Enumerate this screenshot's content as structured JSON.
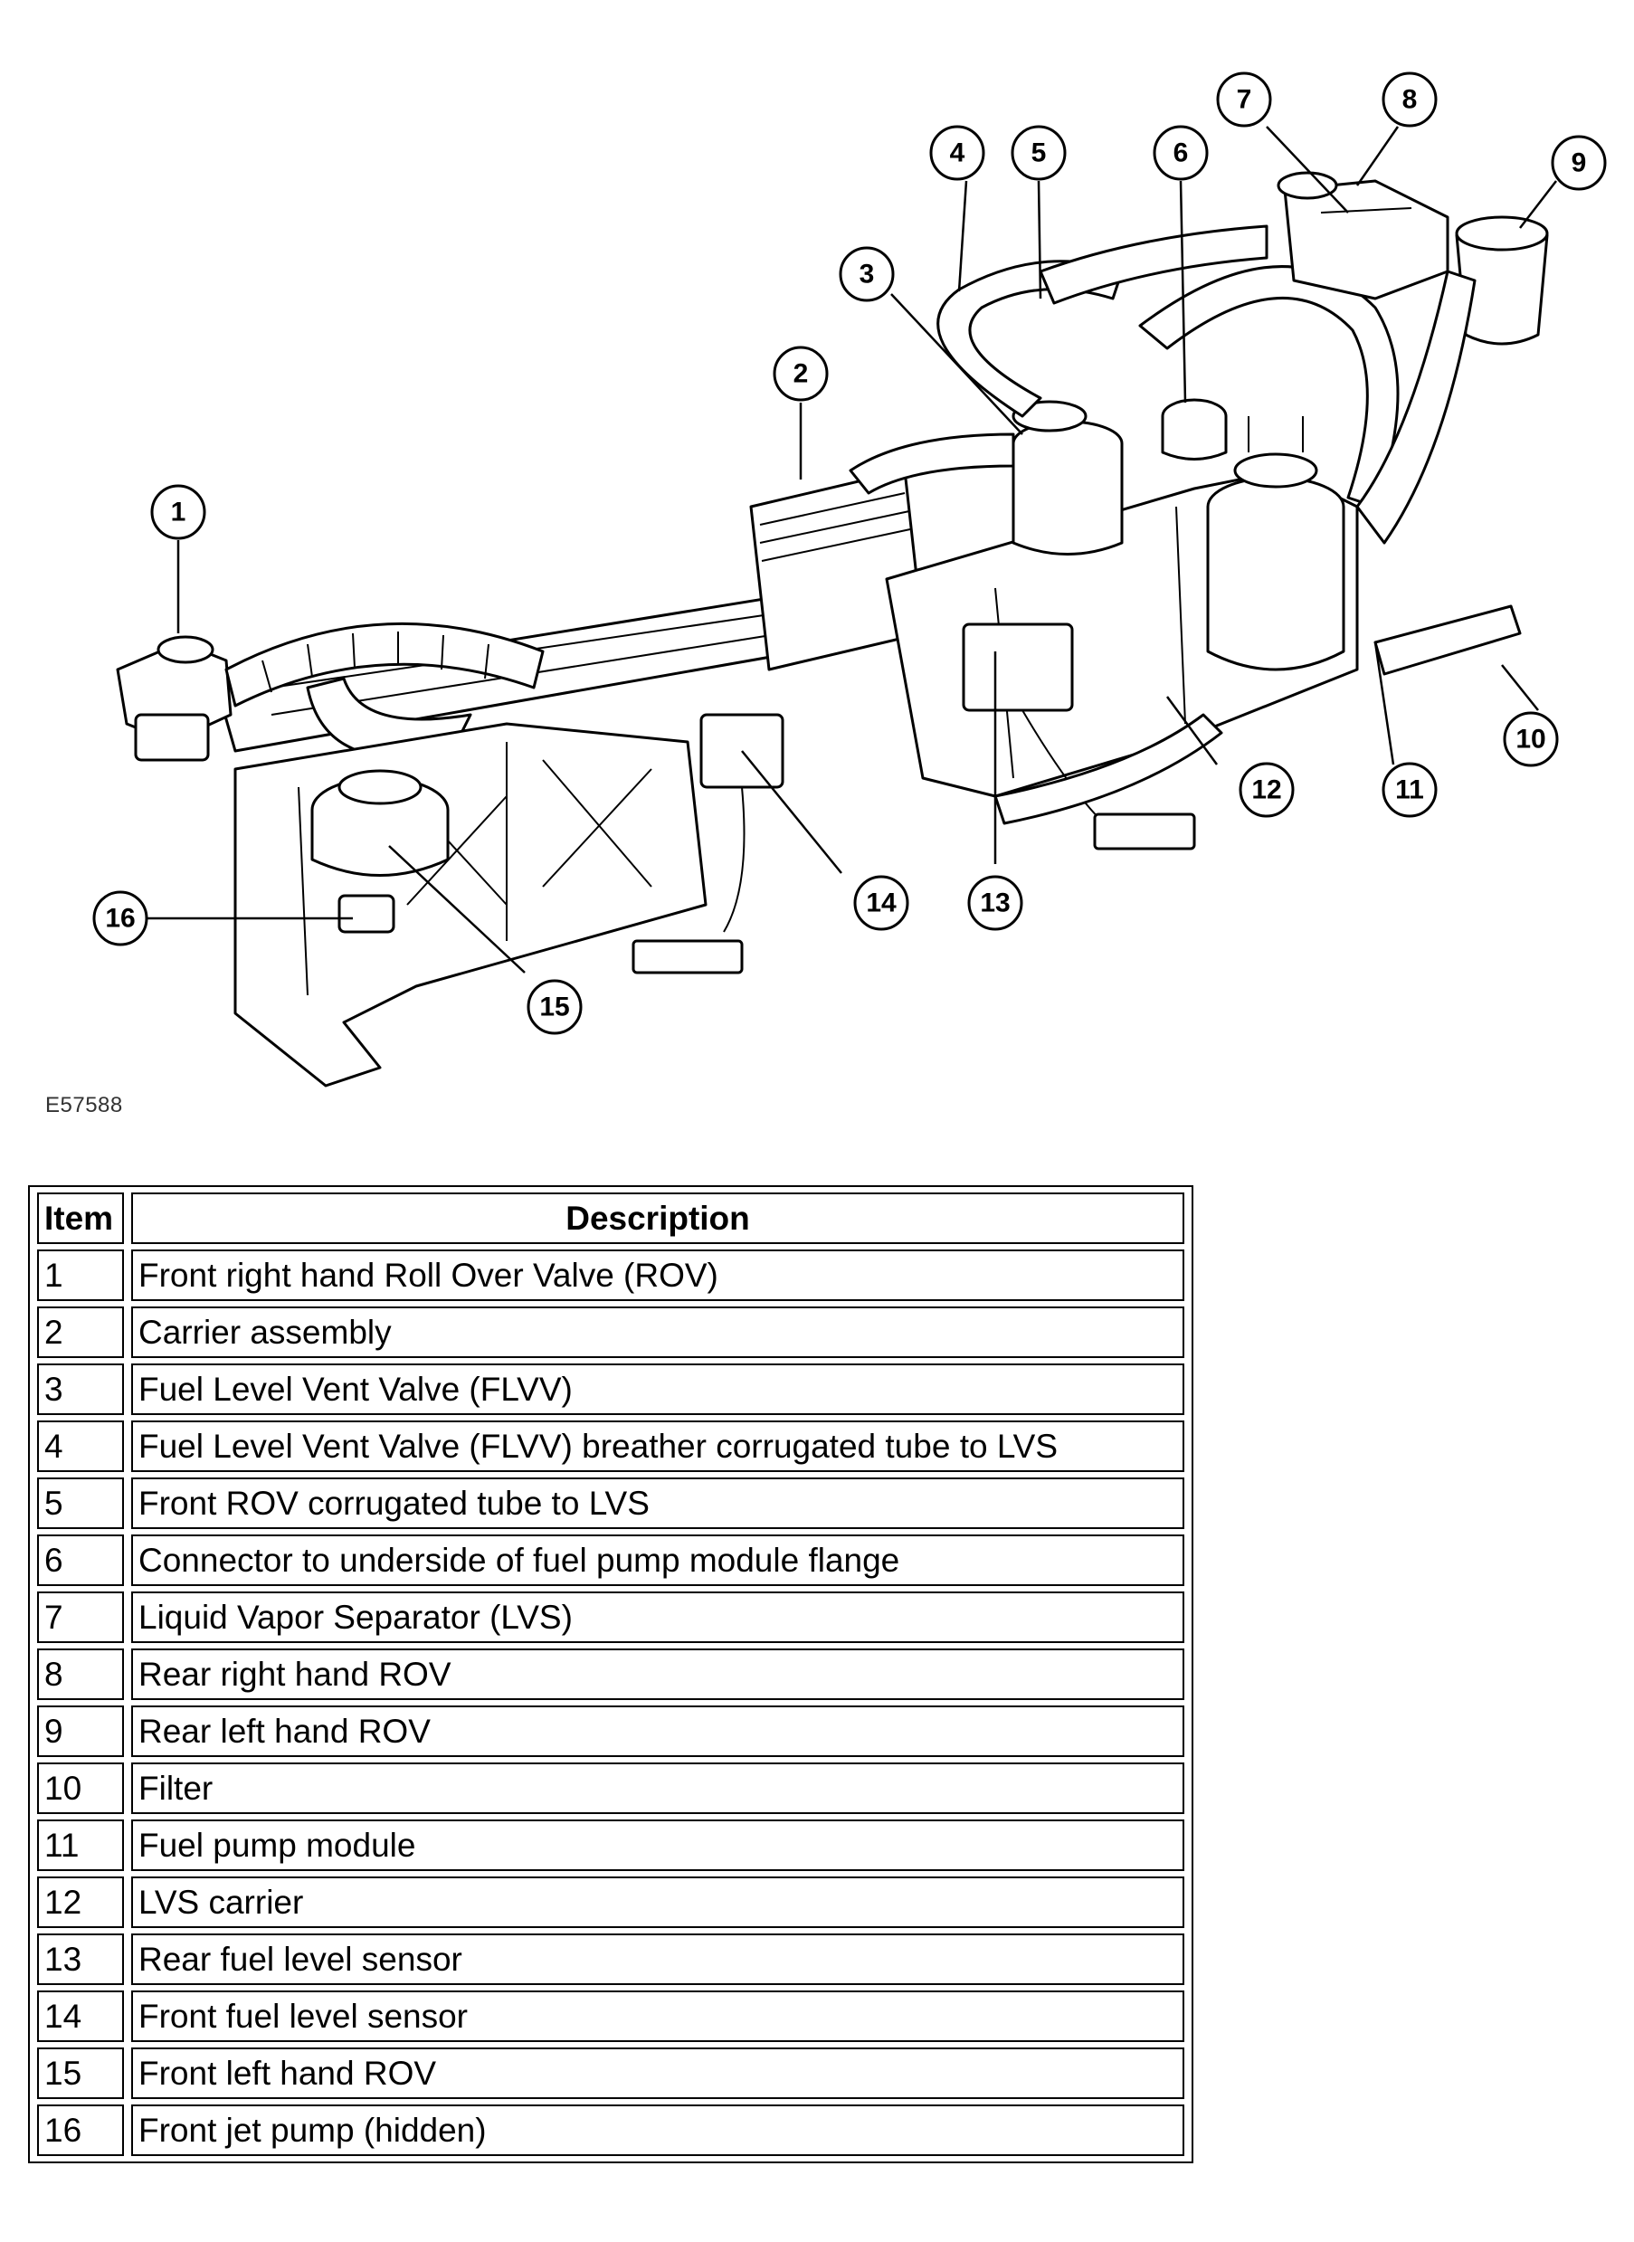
{
  "figure_id": "E57588",
  "callouts": [
    "1",
    "2",
    "3",
    "4",
    "5",
    "6",
    "7",
    "8",
    "9",
    "10",
    "11",
    "12",
    "13",
    "14",
    "15",
    "16"
  ],
  "table": {
    "headers": [
      "Item",
      "Description"
    ],
    "rows": [
      {
        "item": "1",
        "description": "Front right hand Roll Over Valve (ROV)"
      },
      {
        "item": "2",
        "description": "Carrier assembly"
      },
      {
        "item": "3",
        "description": "Fuel Level Vent Valve (FLVV)"
      },
      {
        "item": "4",
        "description": "Fuel Level Vent Valve (FLVV) breather corrugated tube to LVS"
      },
      {
        "item": "5",
        "description": "Front ROV corrugated tube to LVS"
      },
      {
        "item": "6",
        "description": "Connector to underside of fuel pump module flange"
      },
      {
        "item": "7",
        "description": "Liquid Vapor Separator (LVS)"
      },
      {
        "item": "8",
        "description": "Rear right hand ROV"
      },
      {
        "item": "9",
        "description": "Rear left hand ROV"
      },
      {
        "item": "10",
        "description": "Filter"
      },
      {
        "item": "11",
        "description": "Fuel pump module"
      },
      {
        "item": "12",
        "description": "LVS carrier"
      },
      {
        "item": "13",
        "description": "Rear fuel level sensor"
      },
      {
        "item": "14",
        "description": "Front fuel level sensor"
      },
      {
        "item": "15",
        "description": "Front left hand ROV"
      },
      {
        "item": "16",
        "description": "Front jet pump (hidden)"
      }
    ]
  }
}
